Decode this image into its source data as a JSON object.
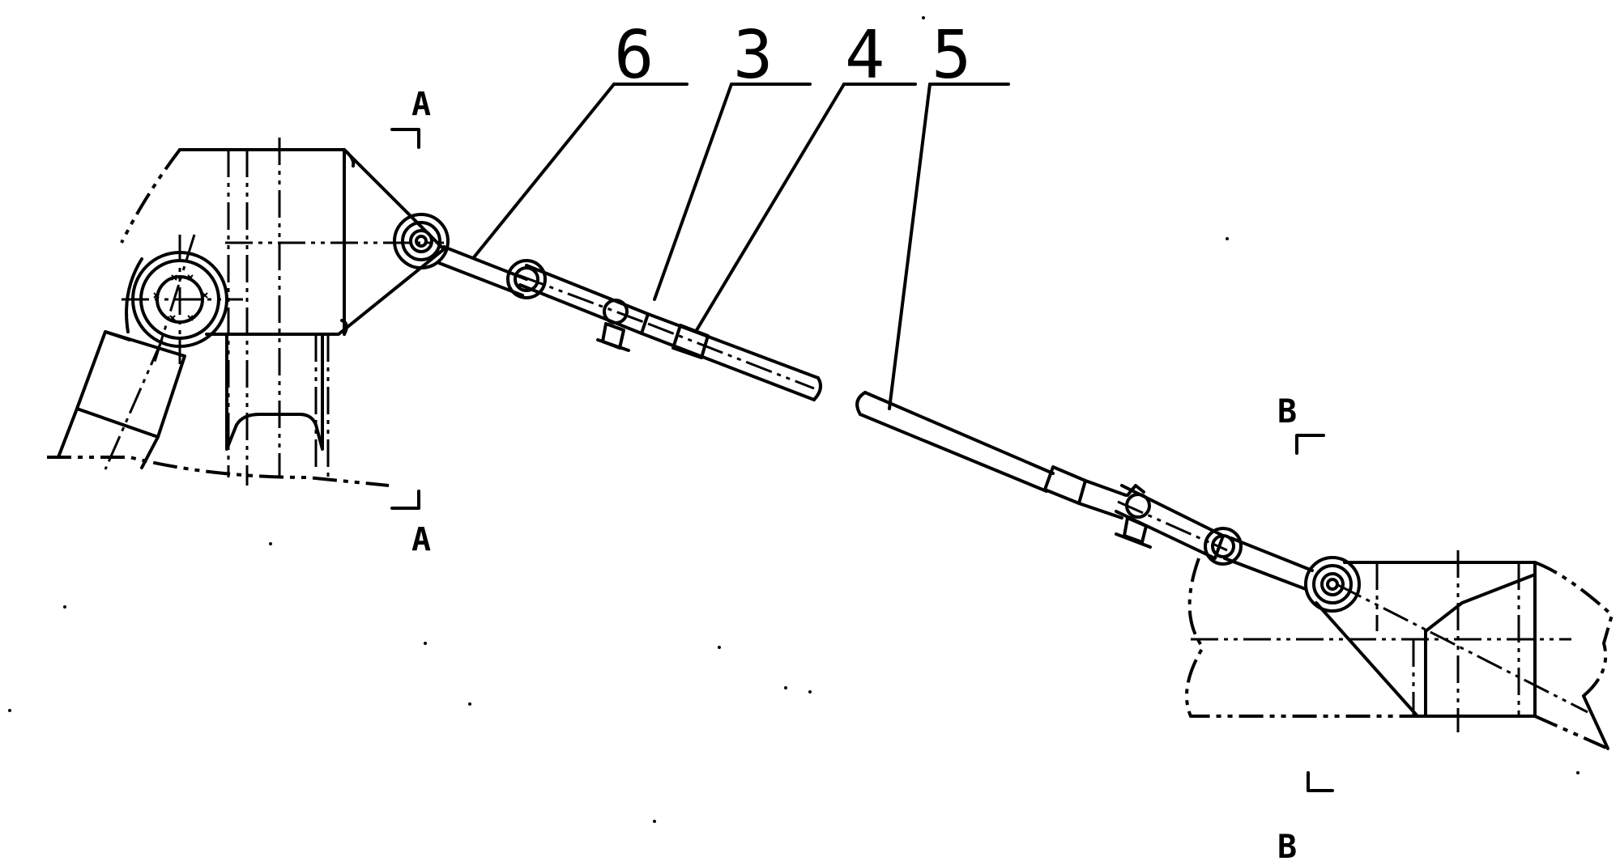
{
  "labels": {
    "part_6": "6",
    "part_3": "3",
    "part_4": "4",
    "part_5": "5"
  },
  "section_marks": {
    "a_top": "A",
    "a_bottom": "A",
    "b_top": "B",
    "b_bottom": "B"
  },
  "colors": {
    "ink": "#000000",
    "paper": "#ffffff"
  }
}
